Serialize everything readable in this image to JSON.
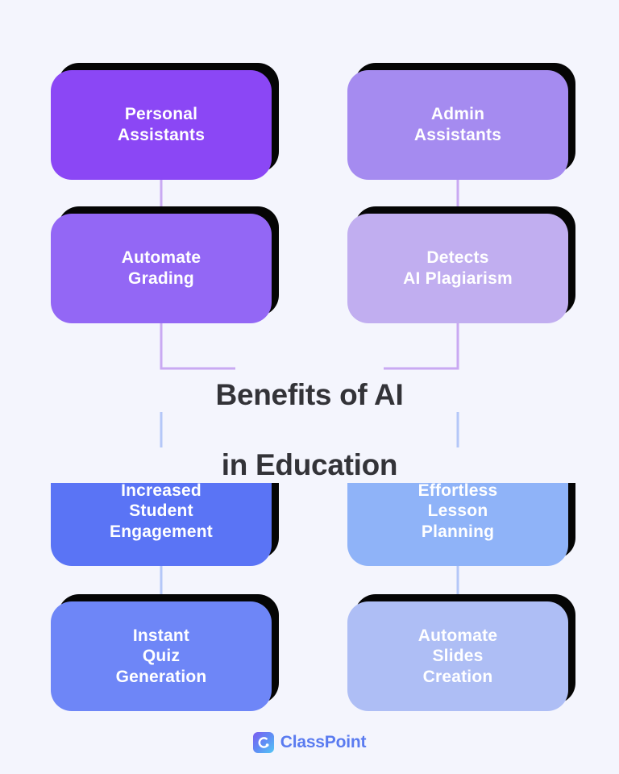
{
  "page": {
    "background_color": "#f4f5fd",
    "title_line_1": "Benefits of AI",
    "title_line_2": "in Education",
    "title_color": "#333338"
  },
  "cards": [
    {
      "id": "personal-assistants",
      "label": "Personal\nAssistants",
      "color": "#8b47f5",
      "shadow_color": "#050505",
      "text_color": "#ffffff",
      "column": "left",
      "row": 1
    },
    {
      "id": "admin-assistants",
      "label": "Admin\nAssistants",
      "color": "#a58bf0",
      "shadow_color": "#050505",
      "text_color": "#ffffff",
      "column": "right",
      "row": 1
    },
    {
      "id": "automate-grading",
      "label": "Automate\nGrading",
      "color": "#9367f5",
      "shadow_color": "#050505",
      "text_color": "#ffffff",
      "column": "left",
      "row": 2
    },
    {
      "id": "detects-ai-plagiarism",
      "label": "Detects\nAI Plagiarism",
      "color": "#c1aef0",
      "shadow_color": "#050505",
      "text_color": "#ffffff",
      "column": "right",
      "row": 2
    },
    {
      "id": "increased-student-engagement",
      "label": "Increased\nStudent\nEngagement",
      "color": "#5a74f5",
      "shadow_color": "#050505",
      "text_color": "#ffffff",
      "column": "left",
      "row": 3
    },
    {
      "id": "effortless-lesson-planning",
      "label": "Effortless\nLesson\nPlanning",
      "color": "#8fb3f8",
      "shadow_color": "#050505",
      "text_color": "#ffffff",
      "column": "right",
      "row": 3
    },
    {
      "id": "instant-quiz-generation",
      "label": "Instant\nQuiz\nGeneration",
      "color": "#6e86f7",
      "shadow_color": "#050505",
      "text_color": "#ffffff",
      "column": "left",
      "row": 4
    },
    {
      "id": "automate-slides-creation",
      "label": "Automate\nSlides\nCreation",
      "color": "#aebef5",
      "shadow_color": "#050505",
      "text_color": "#ffffff",
      "column": "right",
      "row": 4
    }
  ],
  "connectors": {
    "purple_line_color": "#c9a9f2",
    "blue_line_color": "#b4c7f8"
  },
  "footer": {
    "logo_icon": "classpoint-logo-icon",
    "brand_name": "ClassPoint",
    "brand_color": "#5a7bf0",
    "logo_gradient_from": "#7b5cf0",
    "logo_gradient_to": "#53c8f5"
  }
}
